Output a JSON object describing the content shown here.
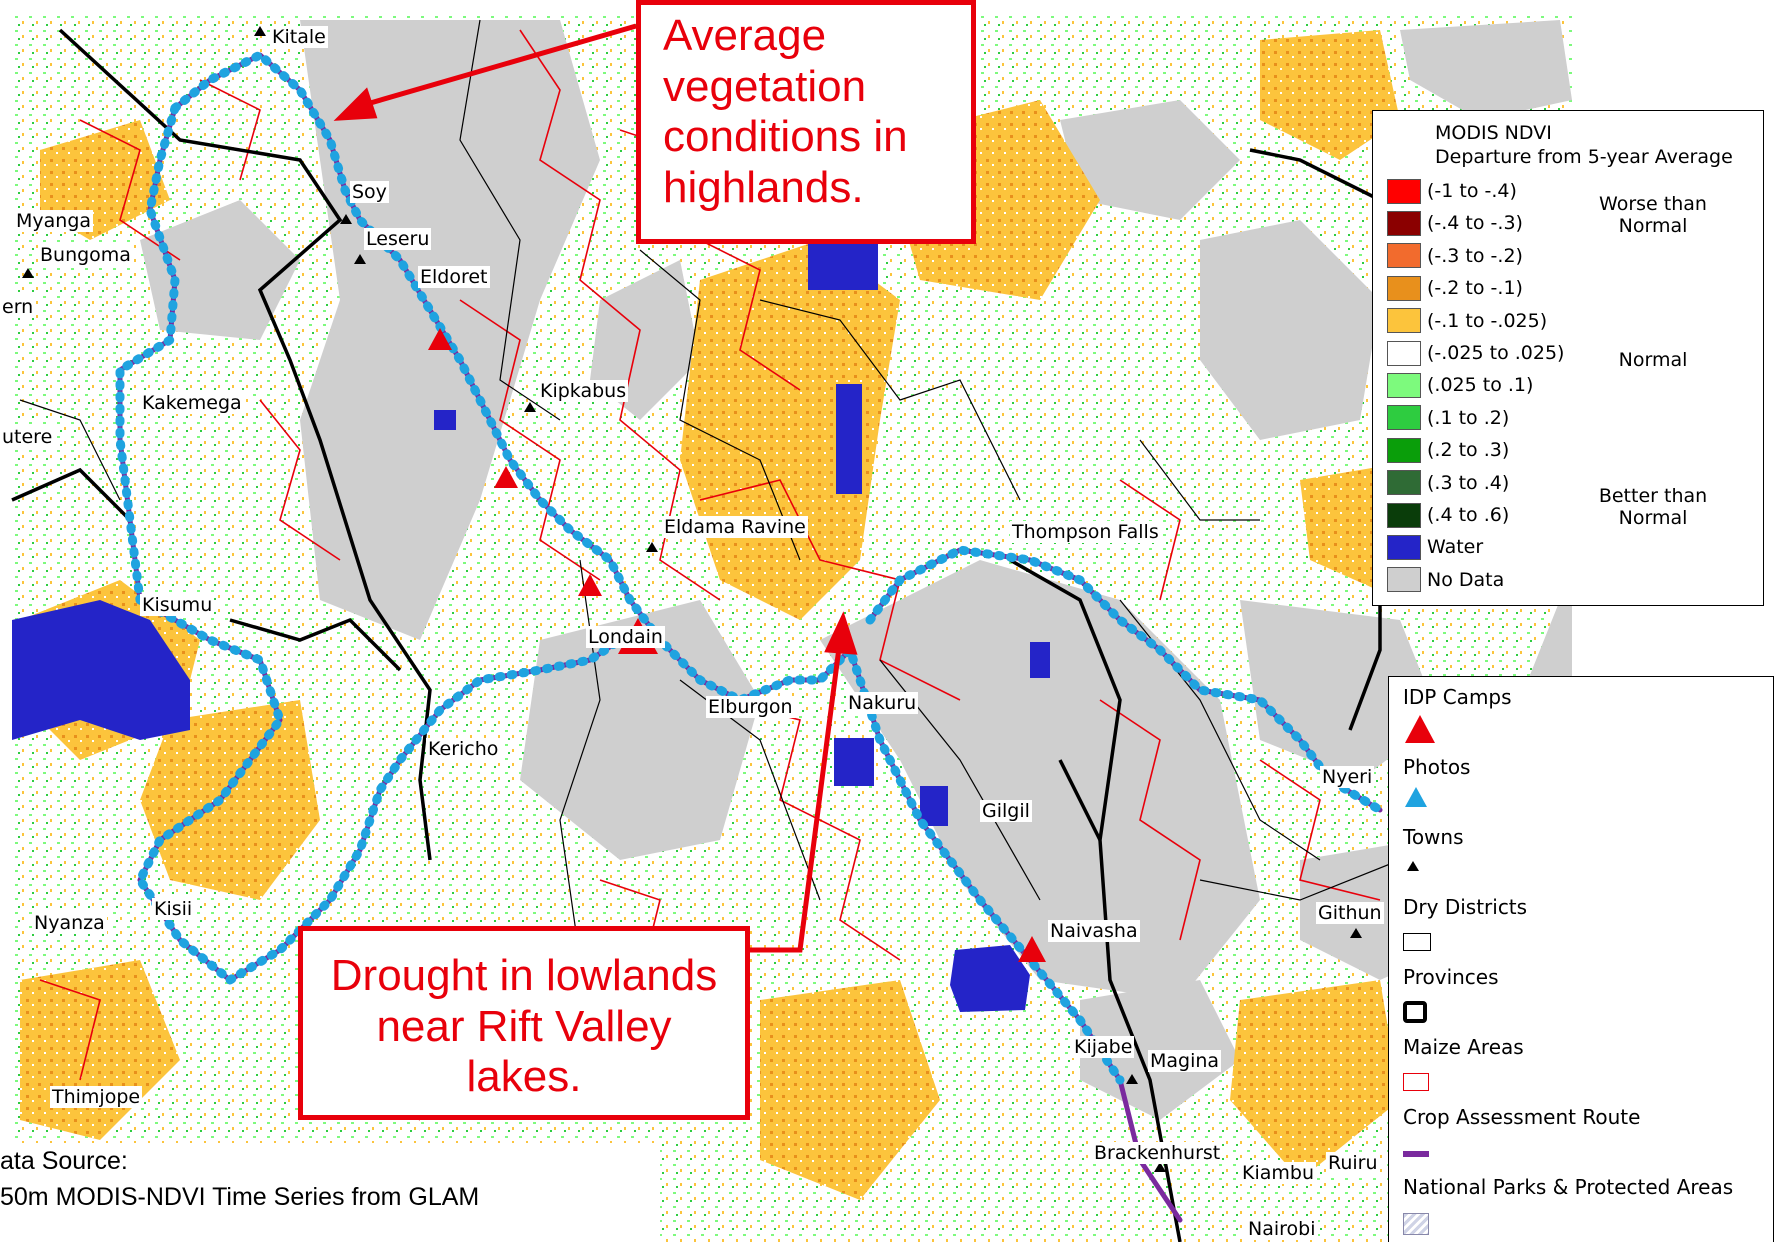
{
  "places": [
    {
      "name": "Kitale",
      "k": "kitale"
    },
    {
      "name": "Soy",
      "k": "soy"
    },
    {
      "name": "Myanga",
      "k": "myanga"
    },
    {
      "name": "Leseru",
      "k": "leseru"
    },
    {
      "name": "Bungoma",
      "k": "bungoma"
    },
    {
      "name": "Eldoret",
      "k": "eldoret"
    },
    {
      "name": "ern",
      "k": "ern"
    },
    {
      "name": "Kipkabus",
      "k": "kipkabus"
    },
    {
      "name": "Kakemega",
      "k": "kakemega"
    },
    {
      "name": "utere",
      "k": "utere"
    },
    {
      "name": "Eldama Ravine",
      "k": "eldama"
    },
    {
      "name": "Thompson Falls",
      "k": "thompson"
    },
    {
      "name": "Kisumu",
      "k": "kisumu"
    },
    {
      "name": "Londain",
      "k": "londain"
    },
    {
      "name": "Elburgon",
      "k": "elburgon"
    },
    {
      "name": "Nakuru",
      "k": "nakuru"
    },
    {
      "name": "Kericho",
      "k": "kericho"
    },
    {
      "name": "Nyeri",
      "k": "nyeri"
    },
    {
      "name": "Gilgil",
      "k": "gilgil"
    },
    {
      "name": "Nyanza",
      "k": "nyanza"
    },
    {
      "name": "Kisii",
      "k": "kisii"
    },
    {
      "name": "Githun",
      "k": "githun"
    },
    {
      "name": "Naivasha",
      "k": "naivasha"
    },
    {
      "name": "Kijabe",
      "k": "kijabe"
    },
    {
      "name": "Magina",
      "k": "magina"
    },
    {
      "name": "Thimjope",
      "k": "thimjope"
    },
    {
      "name": "Brackenhurst",
      "k": "brackenhurst"
    },
    {
      "name": "Kiambu",
      "k": "kiambu"
    },
    {
      "name": "Ruiru",
      "k": "ruiru"
    },
    {
      "name": "Nairobi",
      "k": "nairobi"
    }
  ],
  "callouts": {
    "highlands": "Average vegetation conditions in highlands.",
    "lowlands": "Drought in lowlands near Rift Valley lakes."
  },
  "ndvi_legend": {
    "title_line1": "MODIS NDVI",
    "title_line2": "Departure from 5-year Average",
    "classes": [
      {
        "label": "(-1 to -.4)",
        "color": "#ff0000"
      },
      {
        "label": "(-.4 to -.3)",
        "color": "#8b0000"
      },
      {
        "label": "(-.3 to -.2)",
        "color": "#f26b2d"
      },
      {
        "label": "(-.2 to -.1)",
        "color": "#e8901c"
      },
      {
        "label": "(-.1 to -.025)",
        "color": "#fcc43c"
      },
      {
        "label": "(-.025 to .025)",
        "color": "#ffffff"
      },
      {
        "label": "(.025 to .1)",
        "color": "#7dfa7d"
      },
      {
        "label": "(.1 to .2)",
        "color": "#2ecc40"
      },
      {
        "label": "(.2 to .3)",
        "color": "#0a9e0a"
      },
      {
        "label": "(.3 to .4)",
        "color": "#2f6b35"
      },
      {
        "label": "(.4 to .6)",
        "color": "#0a3d0a"
      },
      {
        "label": "Water",
        "color": "#2424c8"
      },
      {
        "label": "No Data",
        "color": "#cfcfcf"
      }
    ],
    "note_worse_1": "Worse than",
    "note_worse_2": "Normal",
    "note_normal": "Normal",
    "note_better_1": "Better than",
    "note_better_2": "Normal"
  },
  "layers_legend": [
    "IDP Camps",
    "Photos",
    "Towns",
    "Dry Districts",
    "Provinces",
    "Maize Areas",
    "Crop Assessment Route",
    "National Parks & Protected Areas"
  ],
  "source": {
    "line1": "ata Source:",
    "line2": "50m MODIS-NDVI Time Series from GLAM"
  },
  "colors": {
    "callout_red": "#e8000b",
    "route_blue": "#1fa3e0",
    "route_purple": "#7a2a9e",
    "camp_red": "#e8000b",
    "water": "#2424c8",
    "nodata": "#cfcfcf"
  }
}
